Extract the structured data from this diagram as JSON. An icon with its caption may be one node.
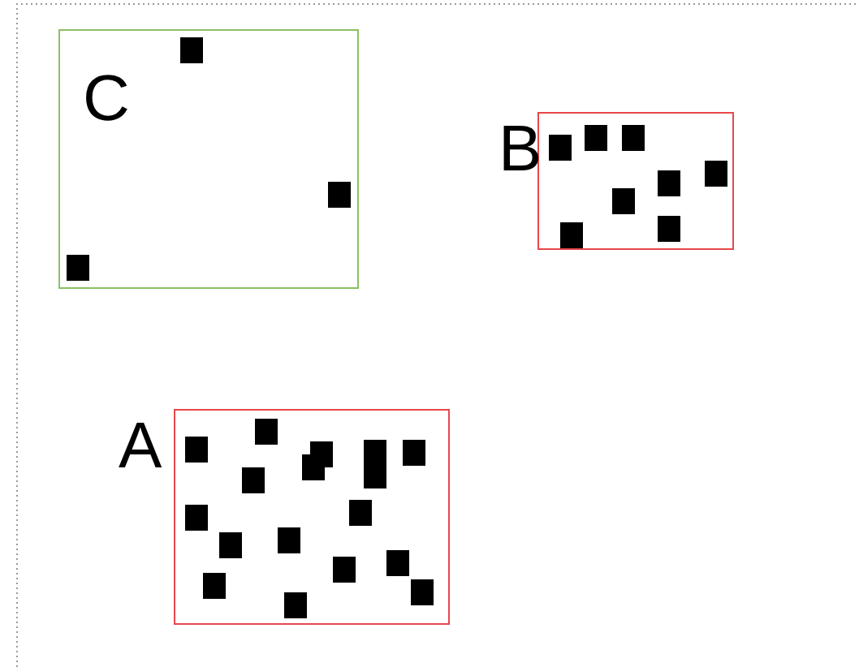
{
  "diagram": {
    "nodes": [
      {
        "text": [
          "C"
        ]
      },
      {
        "text": [
          "B"
        ]
      },
      {
        "text": [
          "A"
        ]
      }
    ]
  }
}
